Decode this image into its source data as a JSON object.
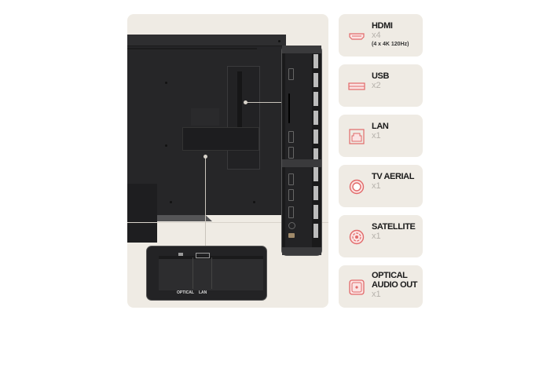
{
  "colors": {
    "page_bg": "#ffffff",
    "panel_bg": "#efebe4",
    "accent": "#e26a6a",
    "title_text": "#1a1a1a",
    "count_text": "#b5b1ab",
    "tv_body": "#262628"
  },
  "product_image": {
    "description": "Rear view of TV with connection ports",
    "bottom_zoom_labels": {
      "optical": "OPTICAL",
      "lan": "LAN"
    }
  },
  "connections": [
    {
      "icon": "hdmi-port-icon",
      "name": "HDMI",
      "count": "x4",
      "note": "(4 x 4K 120Hz)"
    },
    {
      "icon": "usb-port-icon",
      "name": "USB",
      "count": "x2"
    },
    {
      "icon": "lan-port-icon",
      "name": "LAN",
      "count": "x1"
    },
    {
      "icon": "tv-aerial-icon",
      "name": "TV AERIAL",
      "count": "x1"
    },
    {
      "icon": "satellite-icon",
      "name": "SATELLITE",
      "count": "x1"
    },
    {
      "icon": "optical-audio-icon",
      "name_line1": "OPTICAL",
      "name_line2": "AUDIO OUT",
      "count": "x1"
    }
  ]
}
